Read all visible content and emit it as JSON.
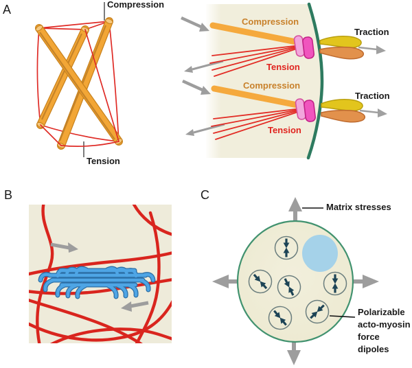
{
  "figure": {
    "description": "Cell mechanics figure with tensegrity model, adhesion force balance, matrix fiber contraction and polarizable force dipoles"
  },
  "colors": {
    "rod_orange": "#F2A636",
    "cable_red": "#DF2B26",
    "membrane_teal": "#2E7B60",
    "cell_outline_green": "#41926F",
    "cytoplasm_cream": "#F1EEDC",
    "matrix_bg": "#EEEBDA",
    "fiber_red": "#D9251E",
    "myosin_blue": "#4EA5E5",
    "integrin_pink": "#F055BE",
    "integrin_light_pink": "#F2A6DC",
    "ecm_yellow": "#E2C51D",
    "ecm_orange": "#E2914C",
    "arrow_gray": "#9D9D9D",
    "dipole_navy": "#1D4456",
    "nucleus_blue": "#A5D2E9",
    "compression_text": "#C8812B",
    "tension_text": "#E0241F"
  },
  "panel_a": {
    "letter": "A",
    "tensegrity": {
      "compression_label": "Compression",
      "tension_label": "Tension"
    },
    "units": [
      {
        "compression_label": "Compression",
        "tension_label": "Tension",
        "traction_label": "Traction"
      },
      {
        "compression_label": "Compression",
        "tension_label": "Tension",
        "traction_label": "Traction"
      }
    ]
  },
  "panel_b": {
    "letter": "B"
  },
  "panel_c": {
    "letter": "C",
    "matrix_stresses_label": "Matrix stresses",
    "dipole_label_lines": [
      "Polarizable",
      "acto-myosin",
      "force dipoles"
    ]
  }
}
